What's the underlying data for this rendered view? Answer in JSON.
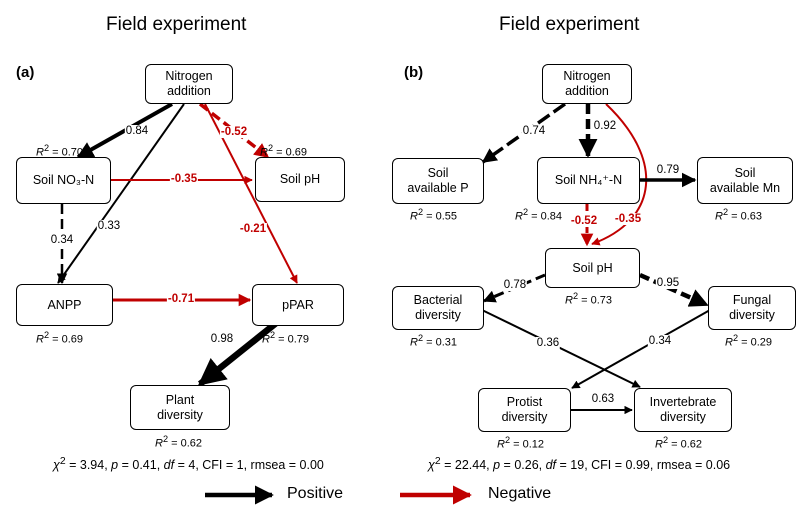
{
  "colors": {
    "positive": "#000000",
    "negative": "#c00000"
  },
  "panel_a": {
    "title": "Field experiment",
    "label": "(a)",
    "nodes": {
      "nitrogen": "Nitrogen\naddition",
      "soil_no3": "Soil NO₃-N",
      "soil_ph": "Soil pH",
      "anpp": "ANPP",
      "ppar": "pPAR",
      "plant_div": "Plant\ndiversity"
    },
    "r2": {
      "soil_no3": "0.70",
      "soil_ph": "0.69",
      "anpp": "0.69",
      "ppar": "0.79",
      "plant_div": "0.62"
    },
    "paths": {
      "n_no3": "0.84",
      "n_ph": "-0.52",
      "n_anpp": "0.33",
      "n_ppar": "-0.21",
      "no3_ph": "-0.35",
      "no3_anpp": "0.34",
      "anpp_ppar": "-0.71",
      "ppar_plant": "0.98"
    },
    "fit": {
      "chi2": "3.94",
      "p": "0.41",
      "df": "4",
      "cfi": "1",
      "rmsea": "0.00"
    }
  },
  "panel_b": {
    "title": "Field experiment",
    "label": "(b)",
    "nodes": {
      "nitrogen": "Nitrogen\naddition",
      "soil_p": "Soil\navailable P",
      "soil_nh4": "Soil NH₄⁺-N",
      "soil_mn": "Soil\navailable Mn",
      "soil_ph": "Soil pH",
      "bacterial": "Bacterial\ndiversity",
      "fungal": "Fungal\ndiversity",
      "protist": "Protist\ndiversity",
      "invertebrate": "Invertebrate\ndiversity"
    },
    "r2": {
      "soil_p": "0.55",
      "soil_nh4": "0.84",
      "soil_mn": "0.63",
      "soil_ph": "0.73",
      "bacterial": "0.31",
      "fungal": "0.29",
      "protist": "0.12",
      "invertebrate": "0.62"
    },
    "paths": {
      "n_p": "0.74",
      "n_nh4": "0.92",
      "n_ph": "-0.35",
      "nh4_mn": "0.79",
      "nh4_ph": "-0.52",
      "ph_bact": "0.78",
      "ph_fung": "0.95",
      "bact_inv": "0.36",
      "fung_prot": "0.34",
      "prot_inv": "0.63"
    },
    "fit": {
      "chi2": "22.44",
      "p": "0.26",
      "df": "19",
      "cfi": "0.99",
      "rmsea": "0.06"
    }
  },
  "legend": {
    "positive": "Positive",
    "negative": "Negative"
  }
}
